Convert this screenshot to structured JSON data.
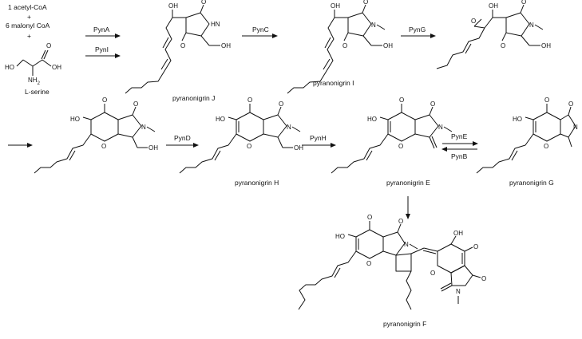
{
  "reagents": {
    "line1": "1 acetyl-CoA",
    "plus1": "+",
    "line2": "6 malonyl CoA",
    "plus2": "+",
    "serine": "L-serine"
  },
  "enzymes": {
    "pynA": "PynA",
    "pynI": "PynI",
    "pynC": "PynC",
    "pynG": "PynG",
    "pynD": "PynD",
    "pynH": "PynH",
    "pynE": "PynE",
    "pynB": "PynB"
  },
  "compounds": {
    "J": "pyranonigrin J",
    "I": "pyranonigrin I",
    "H": "pyranonigrin H",
    "E": "pyranonigrin E",
    "G": "pyranonigrin G",
    "F": "pyranonigrin F"
  },
  "atoms": {
    "O": "O",
    "OH": "OH",
    "HO": "HO",
    "N": "N",
    "HN": "HN",
    "NH2": "NH",
    "sub2": "2"
  }
}
